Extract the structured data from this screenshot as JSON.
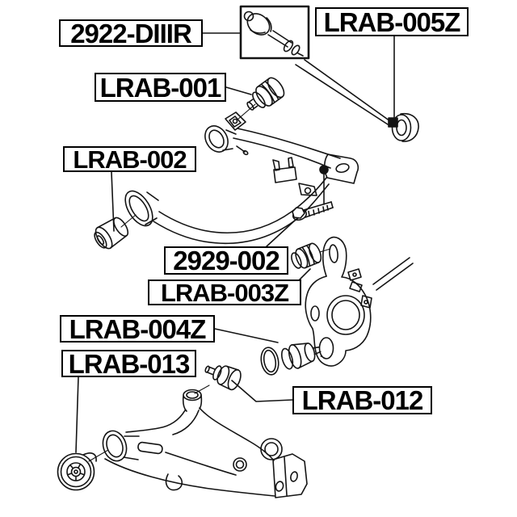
{
  "diagram": {
    "type": "auto-parts-exploded-diagram",
    "colors": {
      "background": "#ffffff",
      "line_art": "#141414",
      "label_border": "#000000",
      "label_text": "#000000"
    },
    "labels": [
      {
        "id": "2922-DIIIR",
        "text": "2922-DIIIR"
      },
      {
        "id": "LRAB-005Z",
        "text": "LRAB-005Z"
      },
      {
        "id": "LRAB-001",
        "text": "LRAB-001"
      },
      {
        "id": "LRAB-002",
        "text": "LRAB-002"
      },
      {
        "id": "2929-002",
        "text": "2929-002"
      },
      {
        "id": "LRAB-003Z",
        "text": "LRAB-003Z"
      },
      {
        "id": "LRAB-004Z",
        "text": "LRAB-004Z"
      },
      {
        "id": "LRAB-013",
        "text": "LRAB-013"
      },
      {
        "id": "LRAB-012",
        "text": "LRAB-012"
      }
    ],
    "parts_depicted": [
      "cv-joint-in-box",
      "lateral-rod-with-bushing",
      "upper-control-arm",
      "arm-bushing-001",
      "arm-bushing-002",
      "pinch-bolt-2929",
      "knuckle-bushing-003z",
      "steering-knuckle",
      "bushing-assembly-004z-with-o-ring",
      "lower-control-arm",
      "arm-bushing-012",
      "arm-bushing-013"
    ]
  }
}
